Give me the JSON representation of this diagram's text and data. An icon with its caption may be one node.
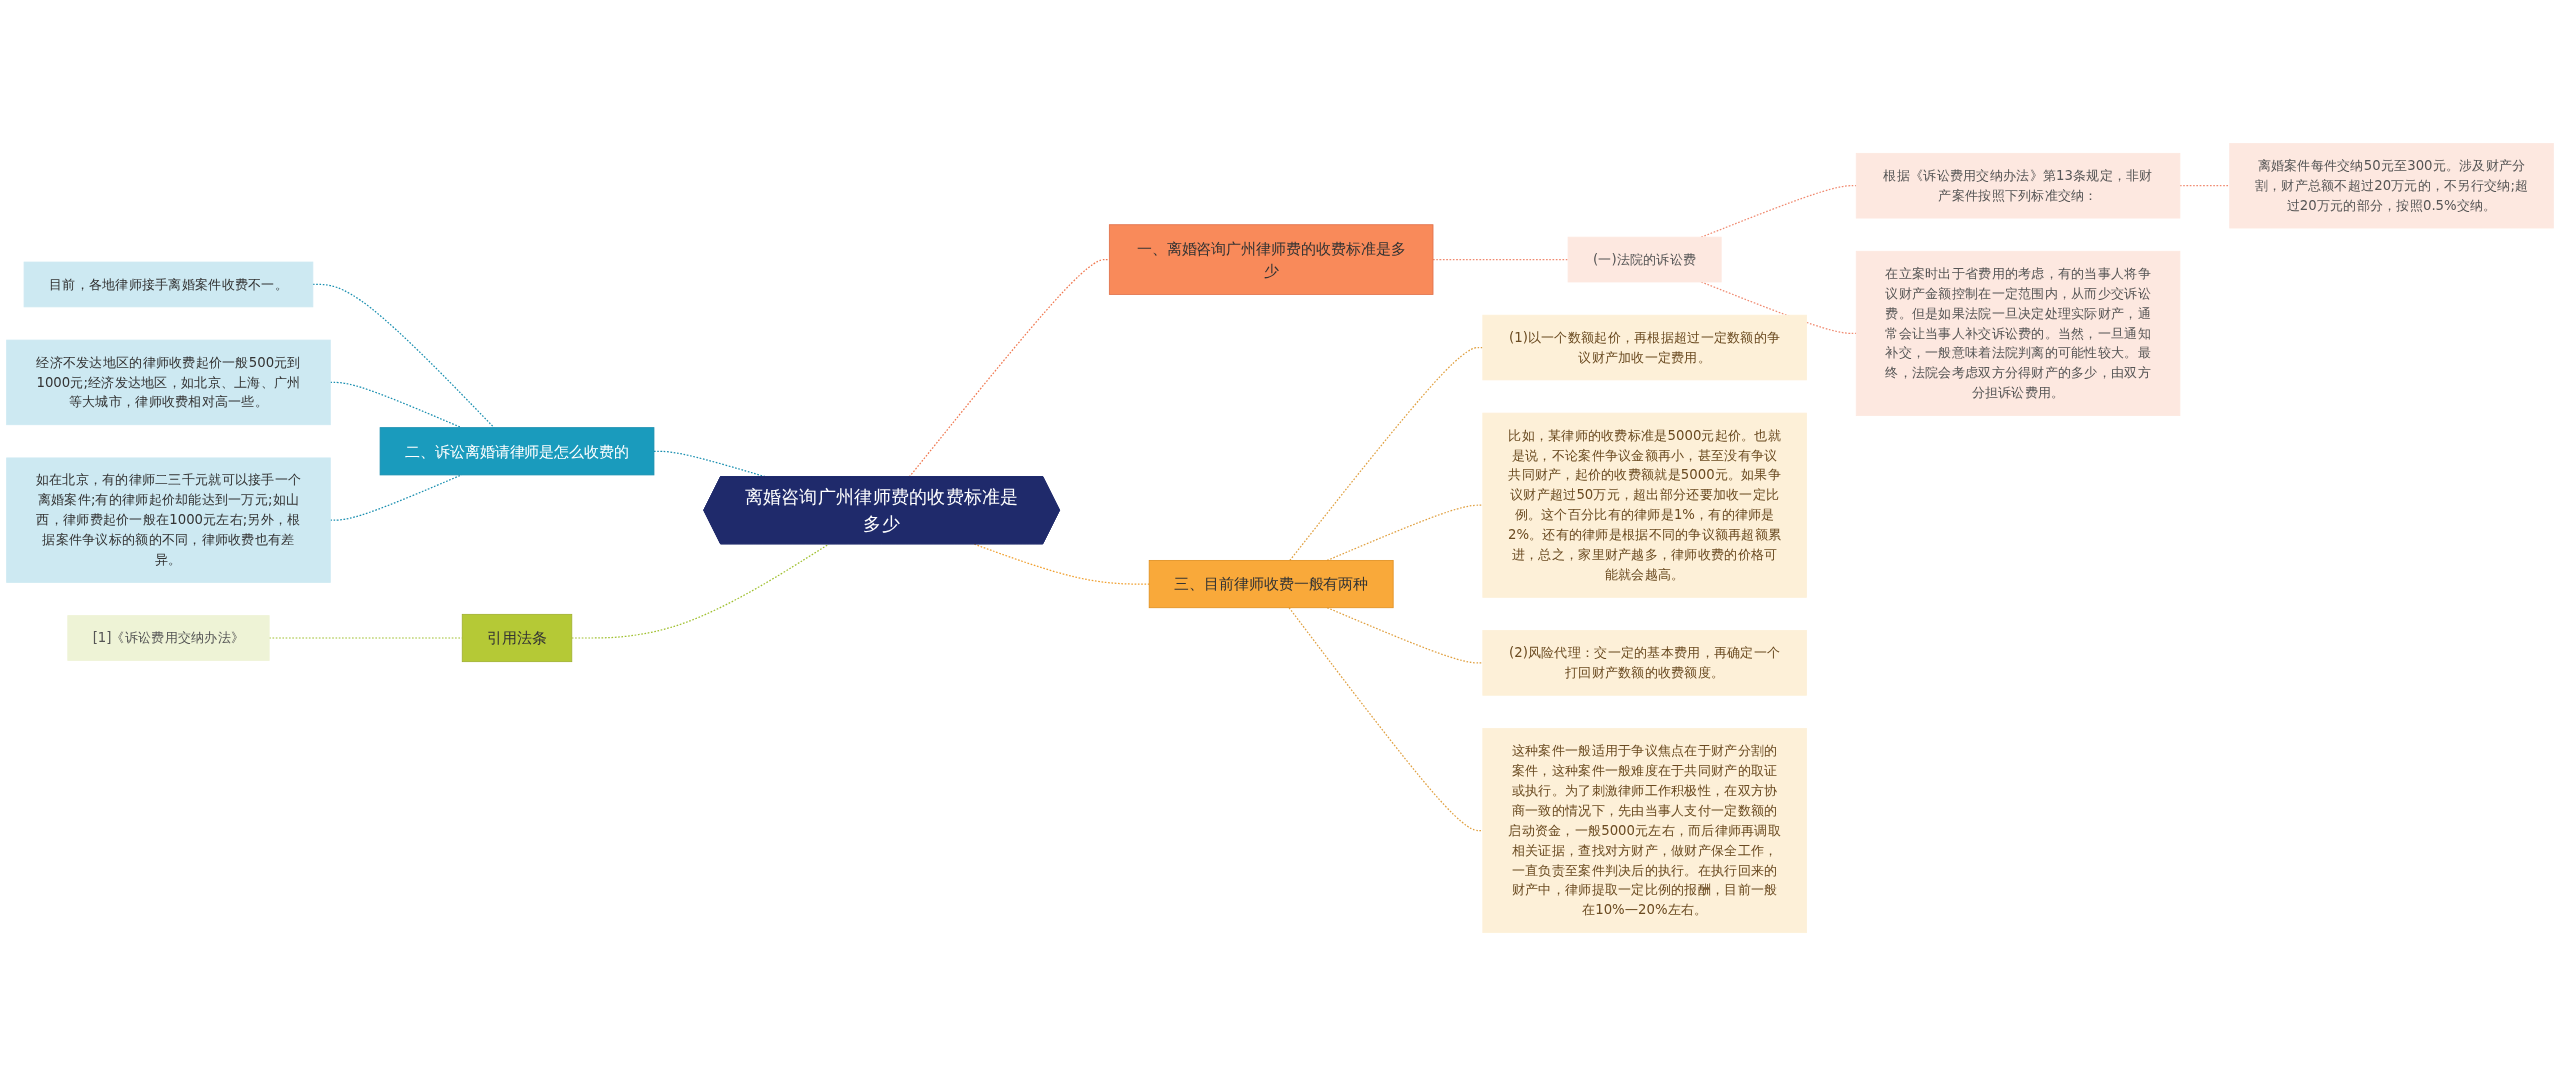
{
  "diagram": {
    "nodes": [
      {
        "text": [
          "离婚咨询广州律师费的收费标准是多少"
        ]
      },
      {
        "text": [
          "一、离婚咨询广州律师费的收费标准是多少"
        ]
      },
      {
        "text": [
          "(一)法院的诉讼费"
        ]
      },
      {
        "text": [
          "根据《诉讼费用交纳办法》第13条规定，非财产案件按照下列标准交纳："
        ]
      },
      {
        "text": [
          "离婚案件每件交纳50元至300元。涉及财产分割，财产总额不超过20万元的，不另行交纳;超过20万元的部分，按照0.5%交纳。"
        ]
      },
      {
        "text": [
          "在立案时出于省费用的考虑，有的当事人将争议财产金额控制在一定范围内，从而少交诉讼费。但是如果法院一旦决定处理实际财产，通常会让当事人补交诉讼费的。当然，一旦通知补交，一般意味着法院判离的可能性较大。最终，法院会考虑双方分得财产的多少，由双方分担诉讼费用。"
        ]
      },
      {
        "text": [
          "三、目前律师收费一般有两种"
        ]
      },
      {
        "text": [
          "(1)以一个数额起价，再根据超过一定数额的争议财产加收一定费用。"
        ]
      },
      {
        "text": [
          "比如，某律师的收费标准是5000元起价。也就是说，不论案件争议金额再小，甚至没有争议共同财产，起价的收费额就是5000元。如果争议财产超过50万元，超出部分还要加收一定比例。这个百分比有的律师是1%，有的律师是2%。还有的律师是根据不同的争议额再超额累进，总之，家里财产越多，律师收费的价格可能就会越高。"
        ]
      },
      {
        "text": [
          "(2)风险代理：交一定的基本费用，再确定一个打回财产数额的收费额度。"
        ]
      },
      {
        "text": [
          "这种案件一般适用于争议焦点在于财产分割的案件，这种案件一般难度在于共同财产的取证或执行。为了刺激律师工作积极性，在双方协商一致的情况下，先由当事人支付一定数额的启动资金，一般5000元左右，而后律师再调取相关证据，查找对方财产，做财产保全工作，一直负责至案件判决后的执行。在执行回来的财产中，律师提取一定比例的报酬，目前一般在10%—20%左右。"
        ]
      },
      {
        "text": [
          "二、诉讼离婚请律师是怎么收费的"
        ]
      },
      {
        "text": [
          "目前，各地律师接手离婚案件收费不一。"
        ]
      },
      {
        "text": [
          "经济不发达地区的律师收费起价一般500元到1000元;经济发达地区，如北京、上海、广州等大城市，律师收费相对高一些。"
        ]
      },
      {
        "text": [
          "如在北京，有的律师二三千元就可以接手一个离婚案件;有的律师起价却能达到一万元;如山西，律师费起价一般在1000元左右;另外，根据案件争议标的额的不同，律师收费也有差异。"
        ]
      },
      {
        "text": [
          "引用法条"
        ]
      },
      {
        "text": [
          "[1]《诉讼费用交纳办法》"
        ]
      }
    ],
    "edges": [
      {
        "from": 0,
        "to": 1,
        "arrow": "none",
        "style": "dashed",
        "color": "#f07850"
      },
      {
        "from": 1,
        "to": 2,
        "arrow": "none",
        "style": "dashed",
        "color": "#f08a70"
      },
      {
        "from": 2,
        "to": 3,
        "arrow": "none",
        "style": "dashed",
        "color": "#f08a70"
      },
      {
        "from": 3,
        "to": 4,
        "arrow": "none",
        "style": "dashed",
        "color": "#f08a70"
      },
      {
        "from": 2,
        "to": 5,
        "arrow": "none",
        "style": "dashed",
        "color": "#f08a70"
      },
      {
        "from": 0,
        "to": 6,
        "arrow": "none",
        "style": "dashed",
        "color": "#f0a030"
      },
      {
        "from": 6,
        "to": 7,
        "arrow": "none",
        "style": "dashed",
        "color": "#e0a040"
      },
      {
        "from": 6,
        "to": 8,
        "arrow": "none",
        "style": "dashed",
        "color": "#e0a040"
      },
      {
        "from": 6,
        "to": 9,
        "arrow": "none",
        "style": "dashed",
        "color": "#e0a040"
      },
      {
        "from": 6,
        "to": 10,
        "arrow": "none",
        "style": "dashed",
        "color": "#e0a040"
      },
      {
        "from": 11,
        "to": 0,
        "arrow": "none",
        "style": "dashed",
        "color": "#1a8fb0"
      },
      {
        "from": 12,
        "to": 11,
        "arrow": "none",
        "style": "dashed",
        "color": "#1a8fb0"
      },
      {
        "from": 13,
        "to": 11,
        "arrow": "none",
        "style": "dashed",
        "color": "#1a8fb0"
      },
      {
        "from": 14,
        "to": 11,
        "arrow": "none",
        "style": "dashed",
        "color": "#1a8fb0"
      },
      {
        "from": 15,
        "to": 0,
        "arrow": "none",
        "style": "dashed",
        "color": "#a0c030"
      },
      {
        "from": 16,
        "to": 15,
        "arrow": "none",
        "style": "dashed",
        "color": "#a0c030"
      }
    ]
  }
}
